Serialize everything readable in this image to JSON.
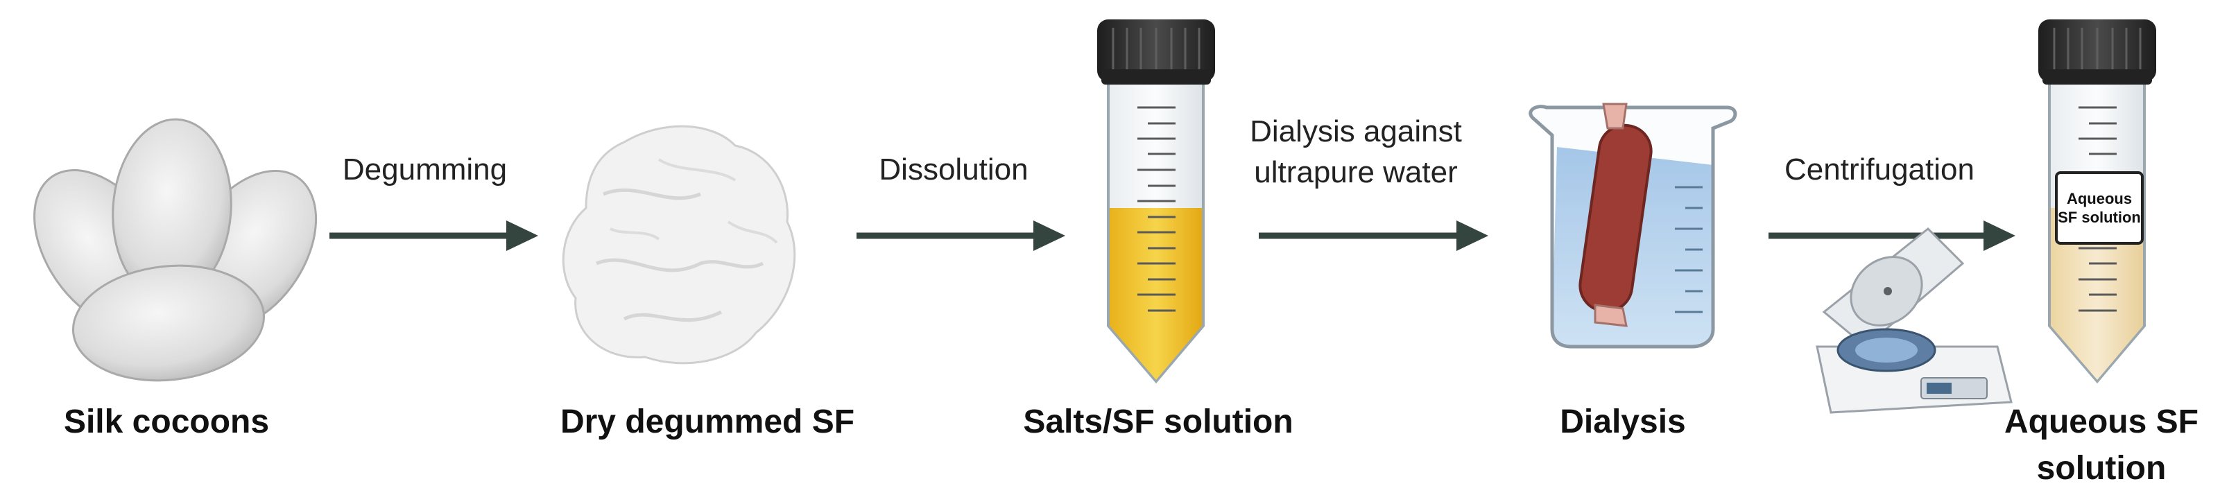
{
  "stages": [
    {
      "id": "cocoons",
      "label": "Silk cocoons"
    },
    {
      "id": "dry",
      "label": "Dry degummed SF"
    },
    {
      "id": "salts",
      "label": "Salts/SF solution"
    },
    {
      "id": "dialysis",
      "label": "Dialysis"
    },
    {
      "id": "aqueous",
      "label": "Aqueous SF solution"
    }
  ],
  "steps": [
    {
      "id": "degumming",
      "label": "Degumming"
    },
    {
      "id": "dissolution",
      "label": "Dissolution"
    },
    {
      "id": "dialysis_water",
      "label": "Dialysis against ultrapure water"
    },
    {
      "id": "centrifugation",
      "label": "Centrifugation"
    }
  ],
  "tube_label": "Aqueous SF solution",
  "colors": {
    "arrow": "#34443e",
    "cocoon": "#dcdcdc",
    "yellow_solution": "#f2c62c",
    "pale_solution": "#f2e2b8",
    "water": "#a9c9e8",
    "membrane": "#9c3c34",
    "cap": "#2e2e2e"
  }
}
